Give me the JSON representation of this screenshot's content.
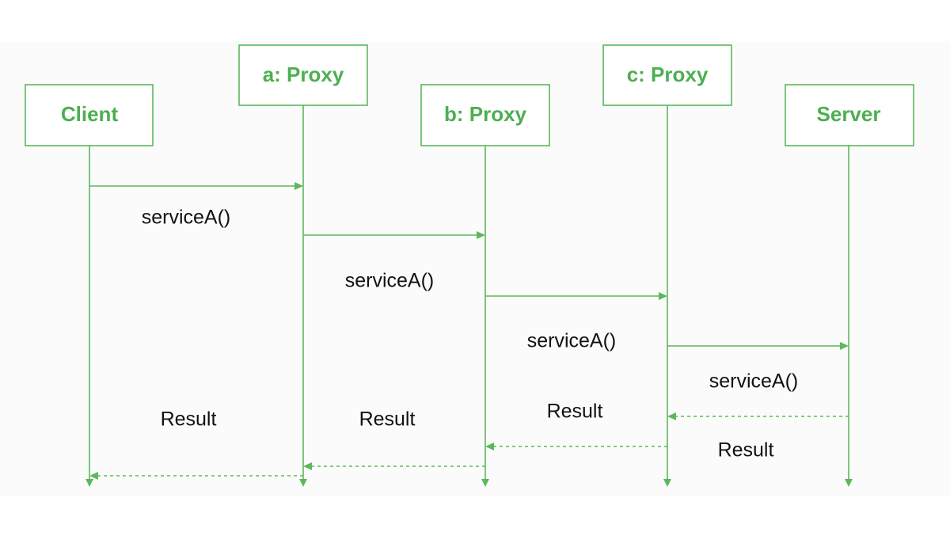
{
  "participants": [
    {
      "label": "Client"
    },
    {
      "label": "a: Proxy"
    },
    {
      "label": "b: Proxy"
    },
    {
      "label": "c: Proxy"
    },
    {
      "label": "Server"
    }
  ],
  "messages": [
    {
      "label": "serviceA()",
      "from": 0,
      "to": 1,
      "style": "solid"
    },
    {
      "label": "serviceA()",
      "from": 1,
      "to": 2,
      "style": "solid"
    },
    {
      "label": "serviceA()",
      "from": 2,
      "to": 3,
      "style": "solid"
    },
    {
      "label": "serviceA()",
      "from": 3,
      "to": 4,
      "style": "solid"
    },
    {
      "label": "Result",
      "from": 4,
      "to": 3,
      "style": "dashed"
    },
    {
      "label": "Result",
      "from": 3,
      "to": 2,
      "style": "dashed"
    },
    {
      "label": "Result",
      "from": 2,
      "to": 1,
      "style": "dashed"
    },
    {
      "label": "Result",
      "from": 1,
      "to": 0,
      "style": "dashed"
    }
  ],
  "colors": {
    "accent": "#5cb85c",
    "participant_text": "#4caf50",
    "label_text": "#111111"
  }
}
